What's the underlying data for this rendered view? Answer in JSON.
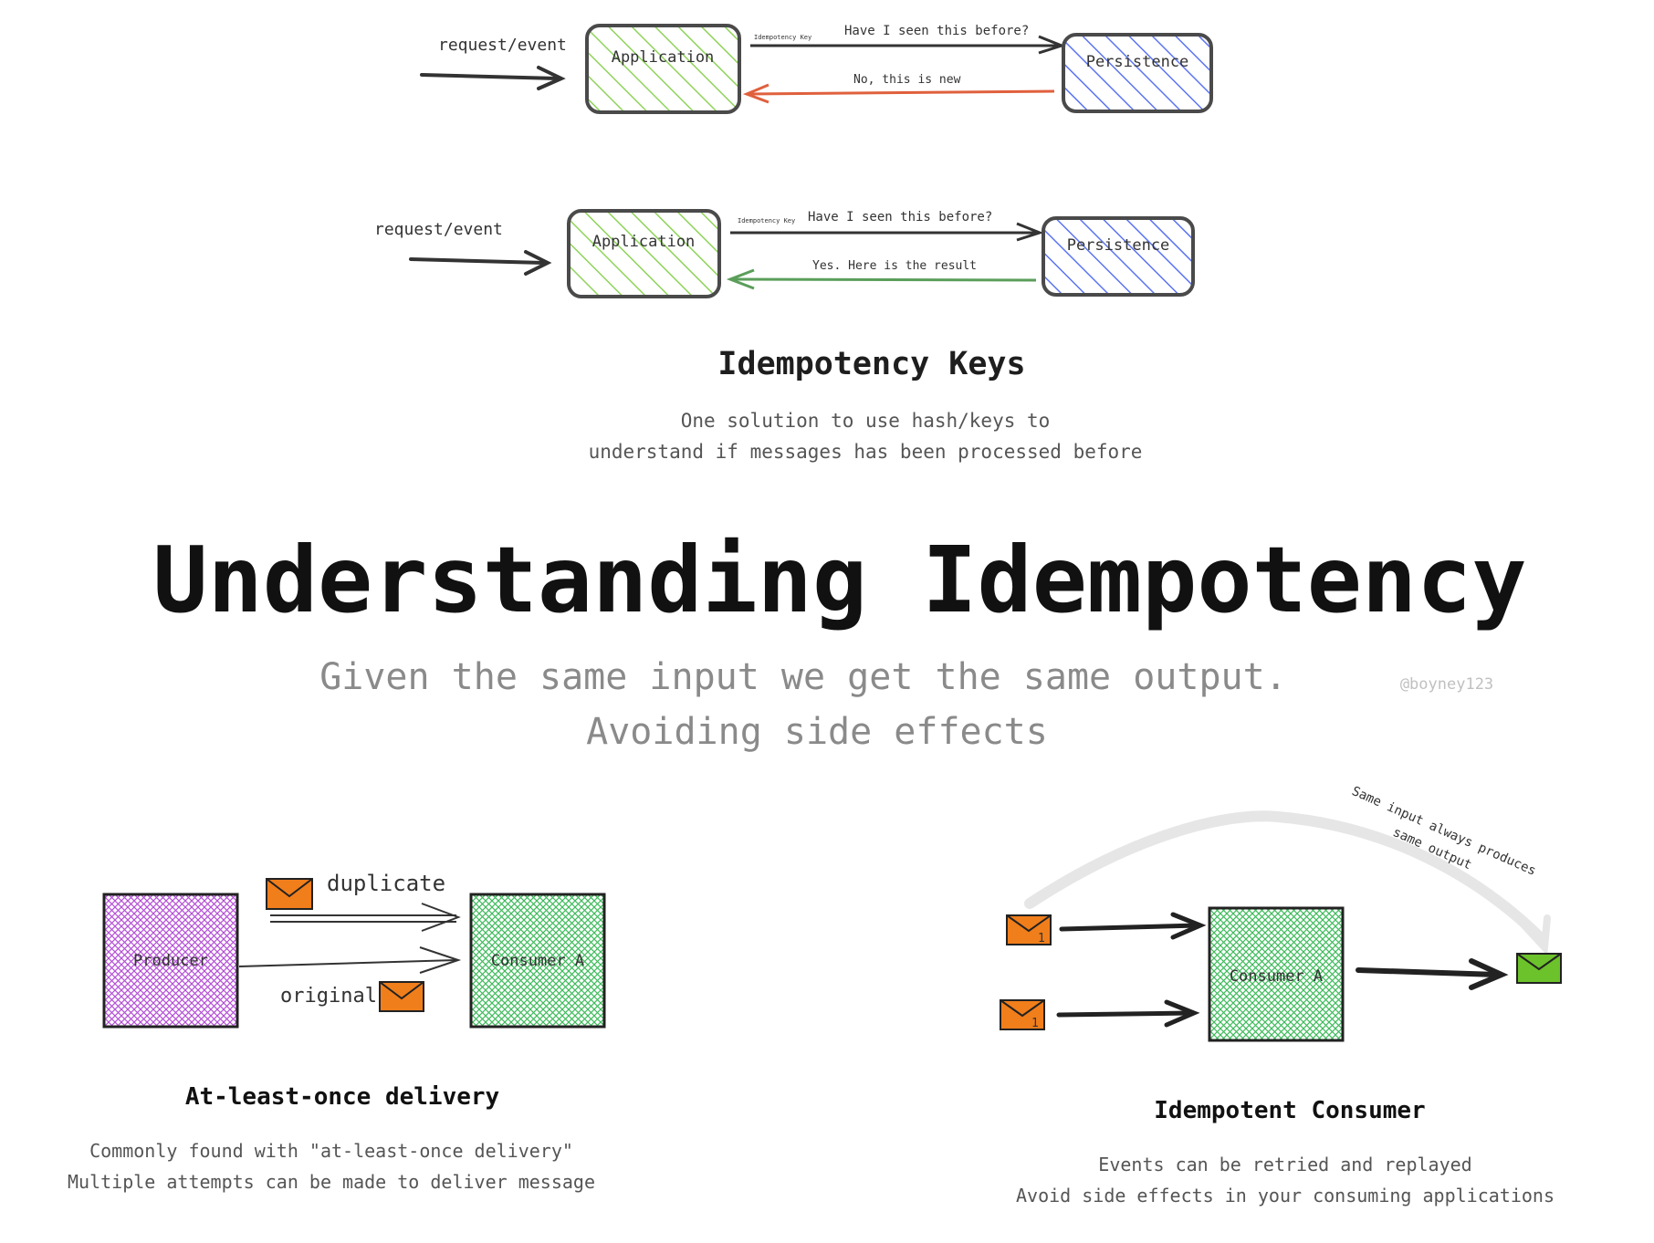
{
  "title": "Understanding Idempotency",
  "subtitle_line1": "Given the same input we get the same output.",
  "subtitle_line2": "Avoiding side effects",
  "handle": "@boyney123",
  "keys_section": {
    "heading": "Idempotency Keys",
    "desc_line1": "One solution to use hash/keys to",
    "desc_line2": "understand if messages has been processed before",
    "top": {
      "input_label": "request/event",
      "app_label": "Application",
      "key_label": "Idempotency Key",
      "question": "Have I seen this before?",
      "persistence_label": "Persistence",
      "answer": "No, this is new"
    },
    "bottom": {
      "input_label": "request/event",
      "app_label": "Application",
      "key_label": "Idempotency Key",
      "question": "Have I seen this before?",
      "persistence_label": "Persistence",
      "answer": "Yes. Here is the result"
    }
  },
  "delivery_section": {
    "producer_label": "Producer",
    "consumer_label": "Consumer A",
    "duplicate_label": "duplicate",
    "original_label": "original",
    "heading": "At-least-once delivery",
    "desc_line1": "Commonly found with \"at-least-once delivery\"",
    "desc_line2": "Multiple attempts can be made to deliver message"
  },
  "consumer_section": {
    "consumer_label": "Consumer A",
    "envelope_number_1": "1",
    "envelope_number_2": "1",
    "arc_note_line1": "Same input always produces",
    "arc_note_line2": "same output",
    "heading": "Idempotent Consumer",
    "desc_line1": "Events can be retried and replayed",
    "desc_line2": "Avoid side effects in your consuming applications"
  },
  "colors": {
    "application_hatch": "#8fd35a",
    "persistence_hatch": "#5b74f0",
    "no_arrow": "#e0603d",
    "yes_arrow": "#5a9e5a",
    "producer_fill": "#b44fd6",
    "consumer_fill": "#3fba5c",
    "envelope_orange": "#f07e1b",
    "envelope_green": "#6cc22a",
    "subtitle_gray": "#8a8a8a"
  }
}
